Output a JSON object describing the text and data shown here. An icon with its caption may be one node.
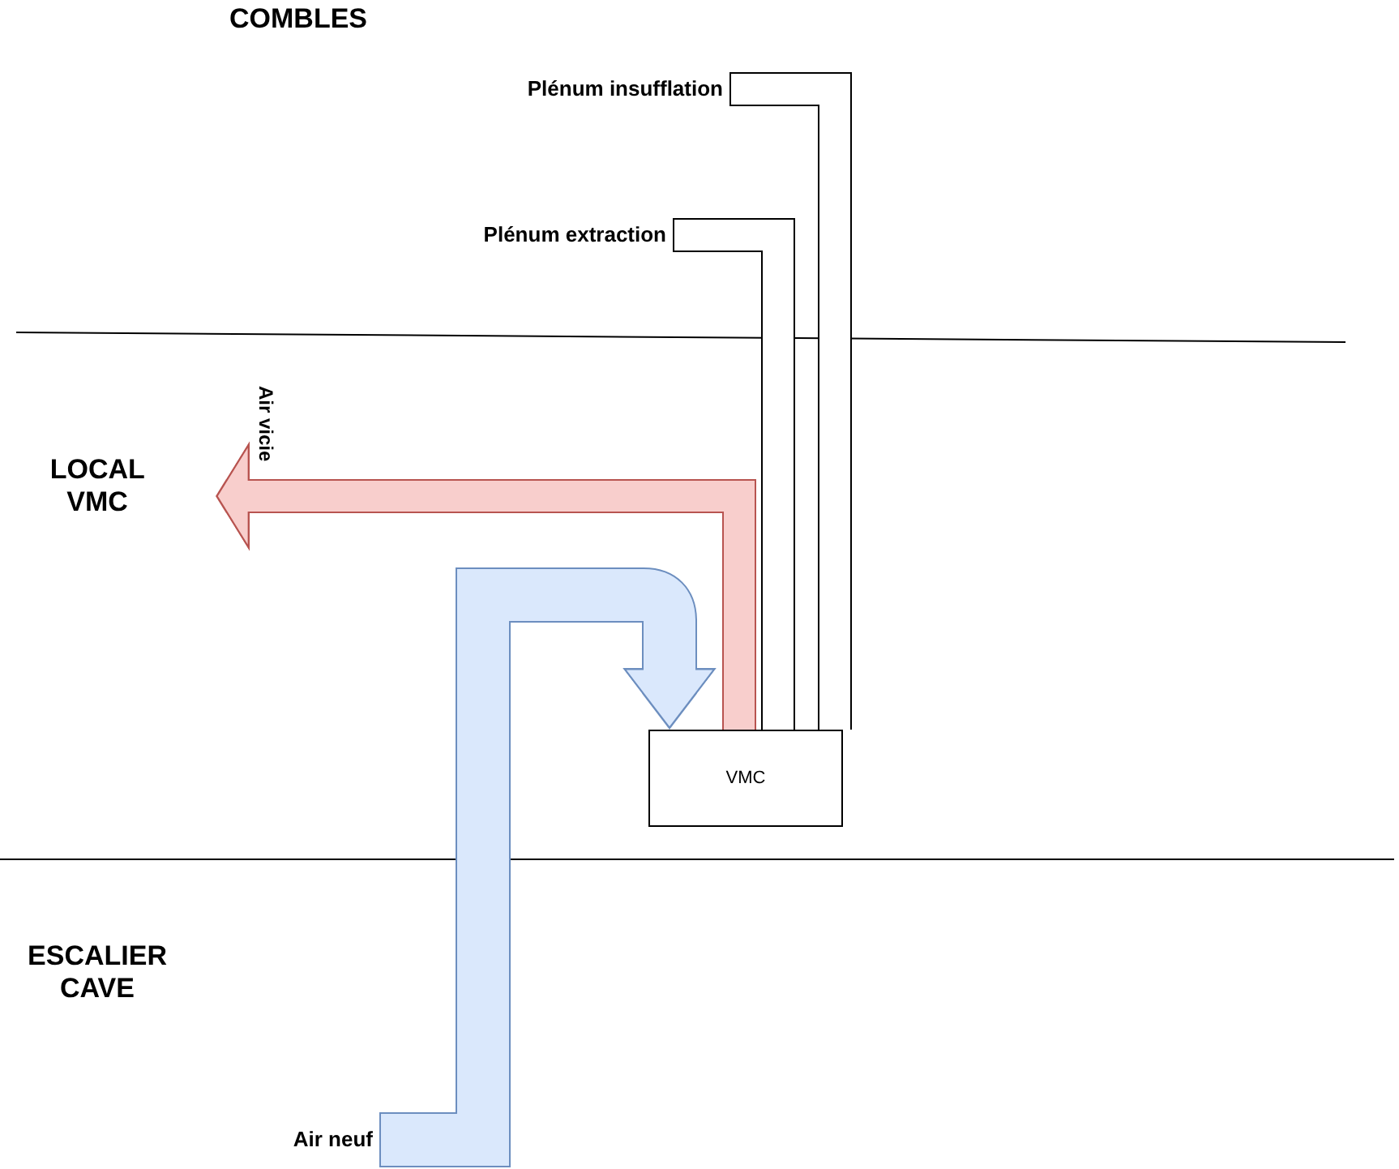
{
  "diagram": {
    "nodes": [
      {
        "text": [
          "Plénum insufflation"
        ]
      },
      {
        "text": [
          "Plénum extraction"
        ]
      },
      {
        "text": [
          "VMC"
        ]
      },
      {
        "text": [
          "Air neuf"
        ]
      }
    ],
    "edges": [
      {
        "from": 2,
        "to": 0,
        "arrow": "none"
      },
      {
        "from": 1,
        "to": 2,
        "arrow": "none"
      },
      {
        "from": 2,
        "to": null,
        "arrow": "to",
        "label": "Air vicie",
        "color": "#b85450"
      },
      {
        "from": 3,
        "to": 2,
        "arrow": "to",
        "color": "#6c8ebf"
      }
    ],
    "labels": [
      "COMBLES",
      "LOCAL VMC",
      "ESCALIER CAVE"
    ]
  }
}
